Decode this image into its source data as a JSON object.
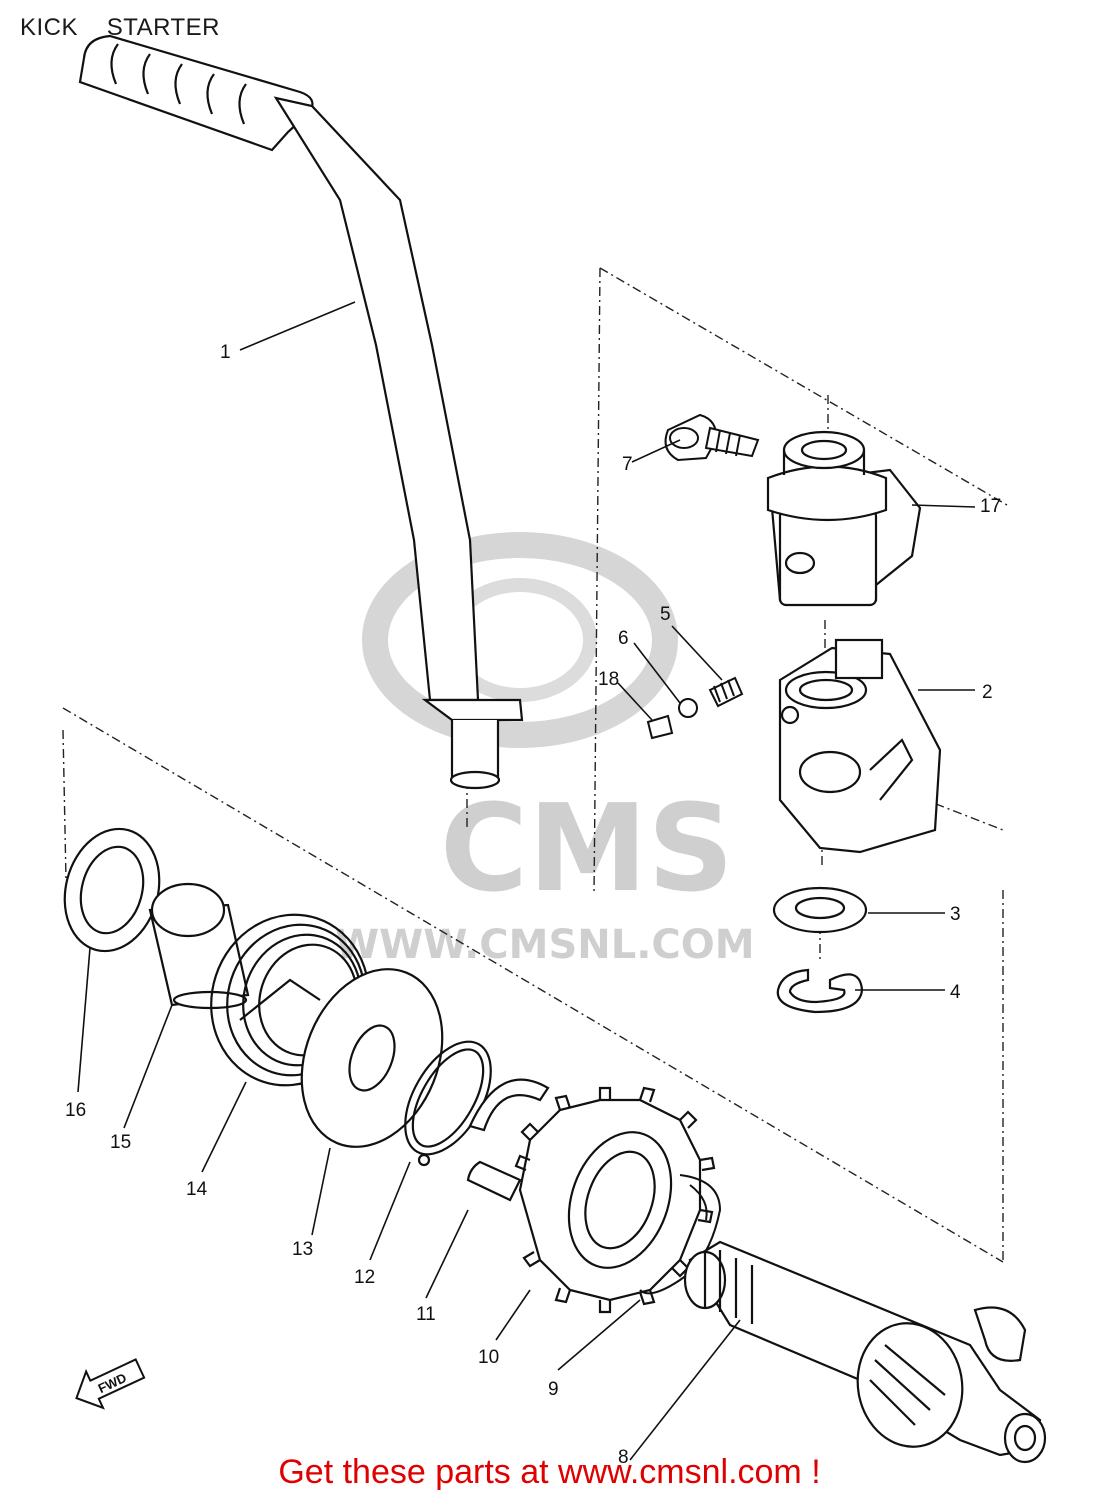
{
  "header": {
    "title": "KICK    STARTER"
  },
  "watermark": {
    "logo_text": "CMS",
    "url_text": "WWW.CMSNL.COM",
    "color": "#cfcfcf"
  },
  "direction_marker": {
    "text": "FWD"
  },
  "callouts": [
    "1",
    "2",
    "3",
    "4",
    "5",
    "6",
    "7",
    "8",
    "9",
    "10",
    "11",
    "12",
    "13",
    "14",
    "15",
    "16",
    "17",
    "18"
  ],
  "footer": {
    "text": "Get these parts at www.cmsnl.com !",
    "color": "#e00000"
  },
  "icons": {
    "direction": "forward-arrow-icon"
  }
}
